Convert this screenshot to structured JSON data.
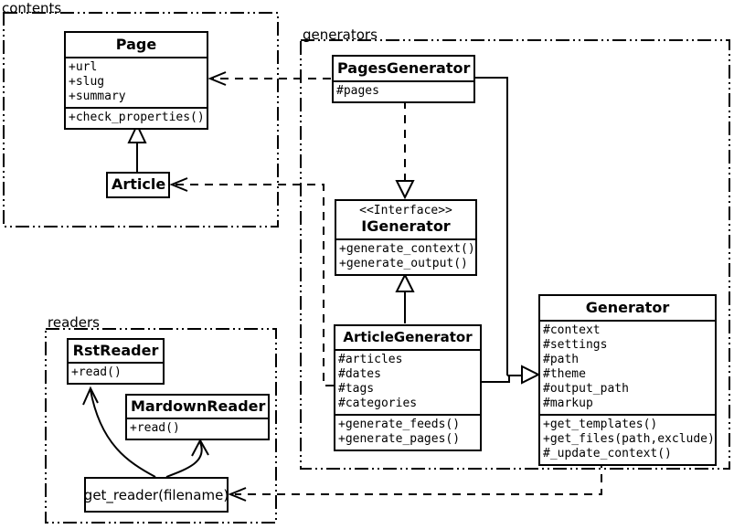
{
  "packages": {
    "contents": {
      "label": "contents"
    },
    "generators": {
      "label": "generators"
    },
    "readers": {
      "label": "readers"
    }
  },
  "classes": {
    "page": {
      "name": "Page",
      "attributes": [
        "+url",
        "+slug",
        "+summary"
      ],
      "methods": [
        "+check_properties()"
      ]
    },
    "article": {
      "name": "Article"
    },
    "pages_generator": {
      "name": "PagesGenerator",
      "attributes": [
        "#pages"
      ]
    },
    "igenerator": {
      "stereotype": "<<Interface>>",
      "name": "IGenerator",
      "methods": [
        "+generate_context()",
        "+generate_output()"
      ]
    },
    "article_generator": {
      "name": "ArticleGenerator",
      "attributes": [
        "#articles",
        "#dates",
        "#tags",
        "#categories"
      ],
      "methods": [
        "+generate_feeds()",
        "+generate_pages()"
      ]
    },
    "generator": {
      "name": "Generator",
      "attributes": [
        "#context",
        "#settings",
        "#path",
        "#theme",
        "#output_path",
        "#markup"
      ],
      "methods": [
        "+get_templates()",
        "+get_files(path,exclude)",
        "#_update_context()"
      ]
    },
    "rst_reader": {
      "name": "RstReader",
      "methods": [
        "+read()"
      ]
    },
    "mardown_reader": {
      "name": "MardownReader",
      "methods": [
        "+read()"
      ]
    },
    "get_reader": {
      "label": "get_reader(filename)"
    }
  },
  "colors": {
    "line": "#000000",
    "background": "#ffffff",
    "box_fill": "#ffffff"
  }
}
